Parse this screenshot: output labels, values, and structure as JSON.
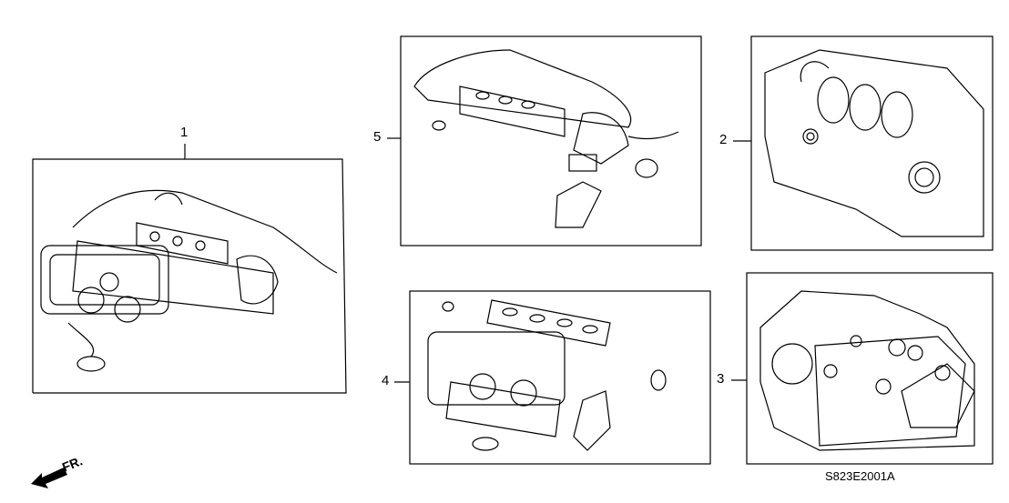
{
  "diagram": {
    "callouts": [
      {
        "id": "1",
        "label": "1"
      },
      {
        "id": "2",
        "label": "2"
      },
      {
        "id": "3",
        "label": "3"
      },
      {
        "id": "4",
        "label": "4"
      },
      {
        "id": "5",
        "label": "5"
      }
    ],
    "front_indicator": "FR.",
    "drawing_code": "S823E2001A"
  }
}
